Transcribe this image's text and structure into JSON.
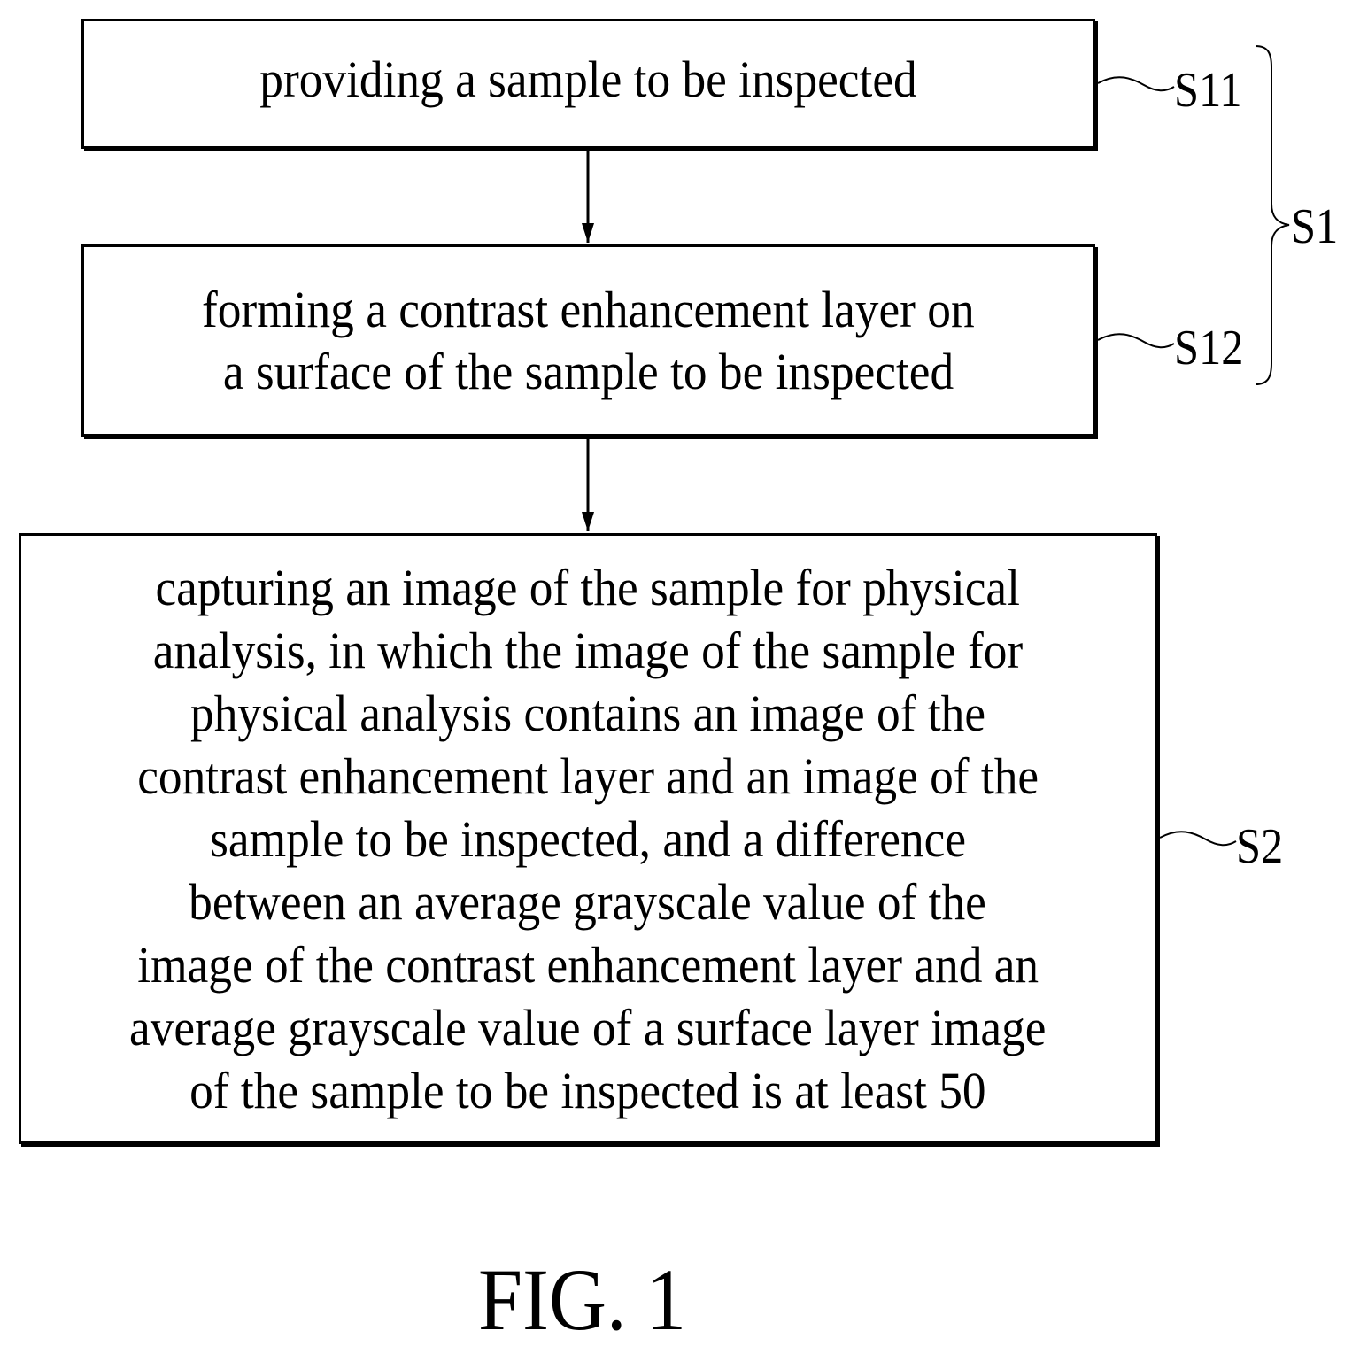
{
  "steps": {
    "s11": {
      "lines": [
        "providing a sample to be inspected"
      ],
      "ref": "S11"
    },
    "s12": {
      "lines": [
        "forming a contrast enhancement layer on",
        "a surface of the sample to be inspected"
      ],
      "ref": "S12"
    },
    "s2": {
      "lines": [
        "capturing an image of the sample for physical",
        "analysis, in which the image of the sample for",
        "physical analysis contains an image of the",
        "contrast enhancement layer and an image of the",
        "sample to be inspected, and a difference",
        "between an average grayscale value of the",
        "image of the contrast enhancement layer and an",
        "average grayscale value of a surface layer image",
        "of the sample to be inspected is at least 50"
      ],
      "ref": "S2"
    }
  },
  "group": {
    "ref": "S1"
  },
  "caption": "FIG. 1"
}
